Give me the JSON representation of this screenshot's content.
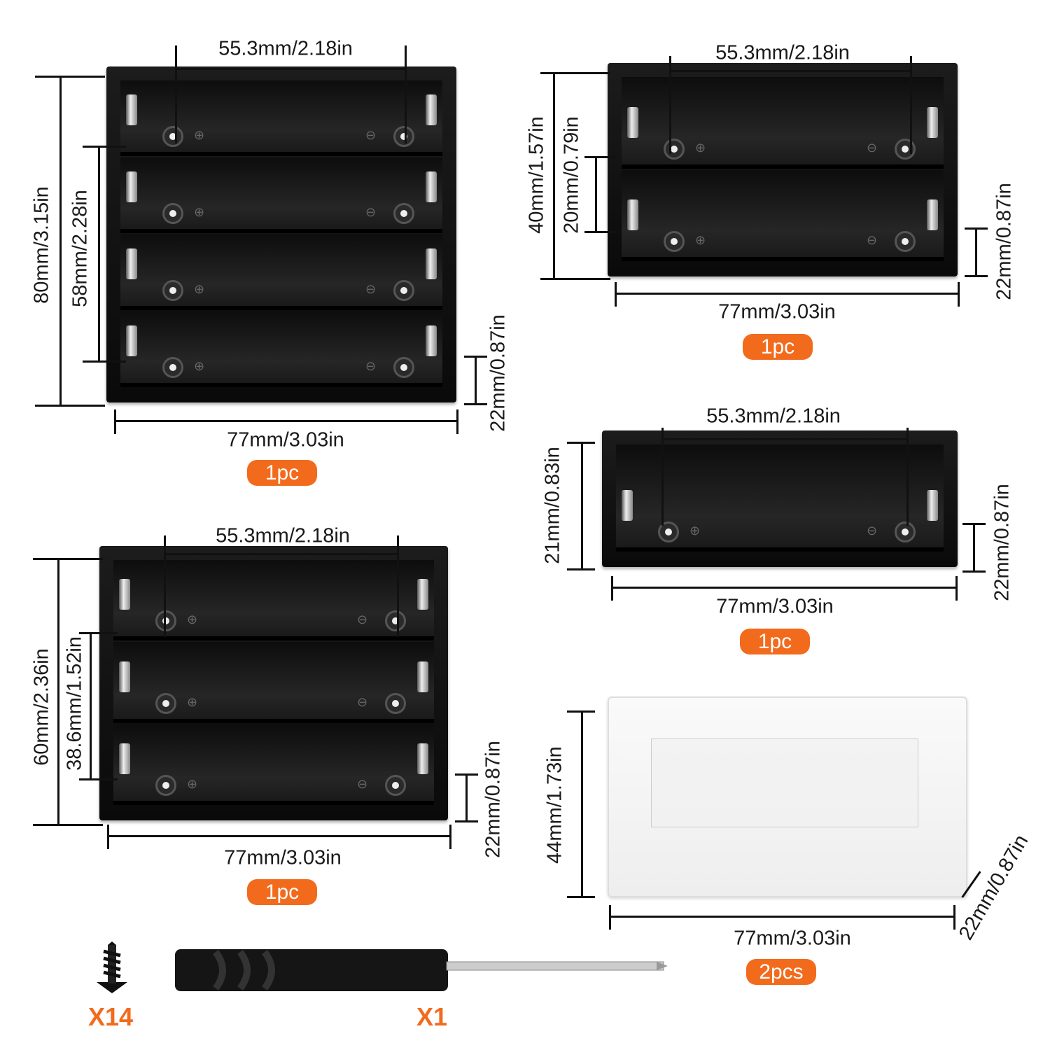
{
  "holders": [
    {
      "name": "4-slot",
      "spacing": "55.3mm/2.18in",
      "outer_height": "80mm/3.15in",
      "inner_height": "58mm/2.28in",
      "depth": "22mm/0.87in",
      "width": "77mm/3.03in",
      "qty": "1pc"
    },
    {
      "name": "2-slot",
      "spacing": "55.3mm/2.18in",
      "outer_height": "40mm/1.57in",
      "inner_height": "20mm/0.79in",
      "depth": "22mm/0.87in",
      "width": "77mm/3.03in",
      "qty": "1pc"
    },
    {
      "name": "1-slot",
      "spacing": "55.3mm/2.18in",
      "outer_height": "21mm/0.83in",
      "depth": "22mm/0.87in",
      "width": "77mm/3.03in",
      "qty": "1pc"
    },
    {
      "name": "3-slot",
      "spacing": "55.3mm/2.18in",
      "outer_height": "60mm/2.36in",
      "inner_height": "38.6mm/1.52in",
      "depth": "22mm/0.87in",
      "width": "77mm/3.03in",
      "qty": "1pc"
    }
  ],
  "case": {
    "height": "44mm/1.73in",
    "depth": "22mm/0.87in",
    "width": "77mm/3.03in",
    "qty": "2pcs"
  },
  "accessories": {
    "screws_qty": "X14",
    "screwdriver_qty": "X1"
  },
  "colors": {
    "accent": "#f26b1d",
    "body": "#111111"
  }
}
